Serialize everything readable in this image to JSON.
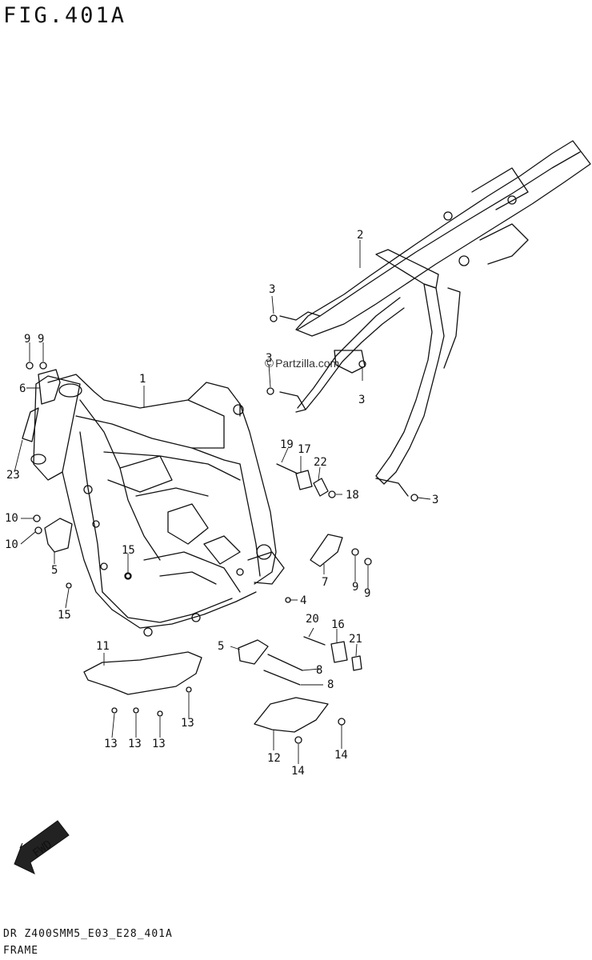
{
  "figure": {
    "title": "FIG.401A",
    "diagram_code": "DR Z400SMM5_E03_E28_401A",
    "section_name": "FRAME",
    "watermark": "Partzilla.com",
    "fwd_label": "FWD"
  },
  "callouts": [
    "1",
    "2",
    "3",
    "3",
    "3",
    "3",
    "4",
    "5",
    "5",
    "6",
    "7",
    "8",
    "8",
    "9",
    "9",
    "9",
    "9",
    "10",
    "10",
    "11",
    "12",
    "13",
    "13",
    "13",
    "13",
    "14",
    "14",
    "15",
    "15",
    "16",
    "17",
    "18",
    "19",
    "20",
    "21",
    "22",
    "23"
  ]
}
